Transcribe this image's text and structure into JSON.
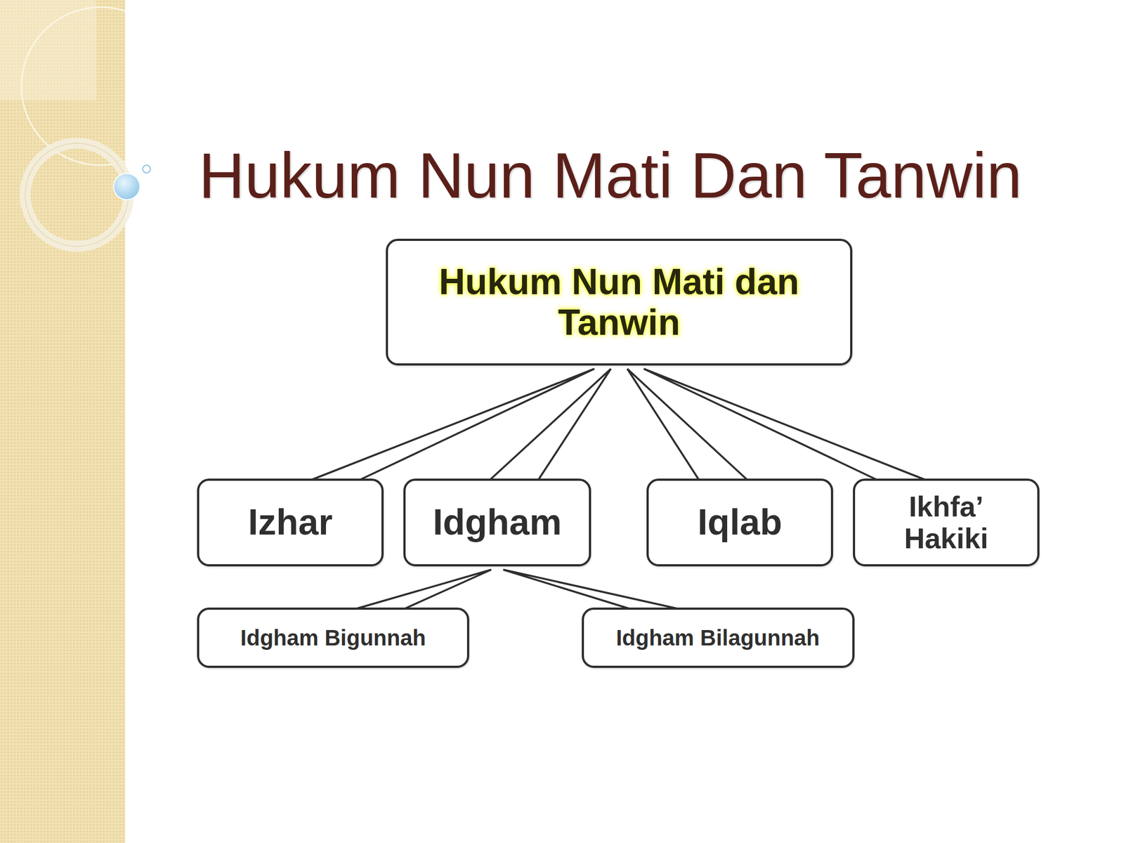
{
  "diagram": {
    "title": "Hukum Nun Mati Dan Tanwin",
    "nodes": [
      {
        "text": [
          "Hukum Nun Mati dan Tanwin"
        ]
      },
      {
        "text": [
          "Izhar"
        ]
      },
      {
        "text": [
          "Idgham"
        ]
      },
      {
        "text": [
          "Iqlab"
        ]
      },
      {
        "text": [
          "Ikhfa’ Hakiki"
        ]
      },
      {
        "text": [
          "Idgham Bigunnah"
        ]
      },
      {
        "text": [
          "Idgham Bilagunnah"
        ]
      }
    ],
    "edges": [
      {
        "from": 0,
        "to": 1,
        "arrow": "none"
      },
      {
        "from": 0,
        "to": 2,
        "arrow": "none"
      },
      {
        "from": 0,
        "to": 3,
        "arrow": "none"
      },
      {
        "from": 0,
        "to": 4,
        "arrow": "none"
      },
      {
        "from": 2,
        "to": 5,
        "arrow": "none"
      },
      {
        "from": 2,
        "to": 6,
        "arrow": "none"
      }
    ]
  }
}
